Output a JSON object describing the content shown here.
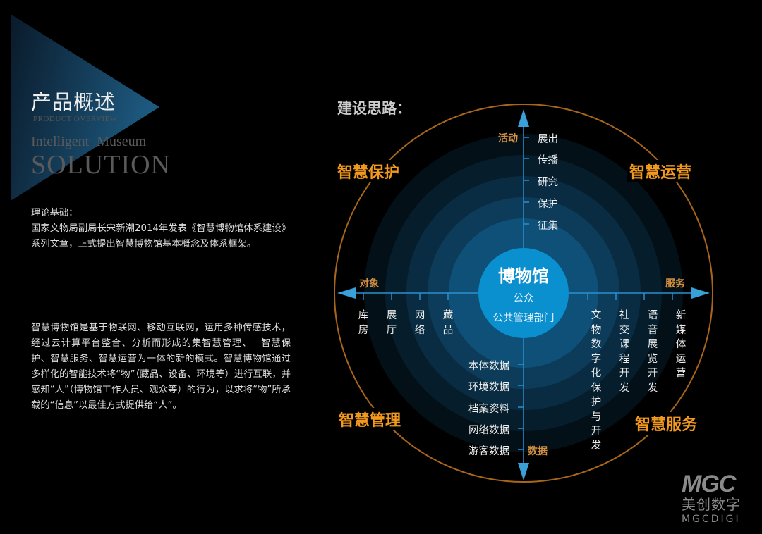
{
  "header": {
    "title_cn": "产品概述",
    "title_en": "PRODUCT OVERVIEW",
    "subtitle": "Intelligent Museum",
    "solution": "SOLUTION"
  },
  "intro": {
    "label": "理论基础：",
    "paragraph1": "国家文物局副局长宋新潮2014年发表《智慧博物馆体系建设》系列文章，正式提出智慧博物馆基本概念及体系框架。",
    "paragraph2": "智慧博物馆是基于物联网、移动互联网，运用多种传感技术，经过云计算平台整合、分析而形成的集智慧管理、　 智慧保护、智慧服务、智慧运营为一体的新的模式。智慧博物馆通过多样化的智能技术将“物”（藏品、设备、环境等）进行互联，并感知“人”（博物馆工作人员、观众等）的行为，以求将“物”所承载的“信息”以最佳方式提供给“人”。"
  },
  "diagram": {
    "heading": "建设思路：",
    "center": {
      "title": "博物馆",
      "line1": "公众",
      "line2": "公共管理部门"
    },
    "quadrants": {
      "top_left": "智慧保护",
      "top_right": "智慧运营",
      "bottom_left": "智慧管理",
      "bottom_right": "智慧服务"
    },
    "axes": {
      "up": "活动",
      "left": "对象",
      "right": "服务",
      "down": "数据"
    },
    "up_items": [
      "展出",
      "传播",
      "研究",
      "保护",
      "征集"
    ],
    "left_items": [
      "库房",
      "展厅",
      "网络",
      "藏品"
    ],
    "right_items": [
      "文物数字化保护与开发",
      "社交课程开发",
      "语音展览开发",
      "新媒体运营"
    ],
    "down_items": [
      "本体数据",
      "环境数据",
      "档案资料",
      "网络数据",
      "游客数据"
    ],
    "colors": {
      "accent": "#f39a1e",
      "axis": "#2a8fd0",
      "core": "#0a8fcf"
    }
  },
  "logo": {
    "mark": "MGC",
    "cn": "美创数字",
    "en": "MGCDIGI"
  }
}
